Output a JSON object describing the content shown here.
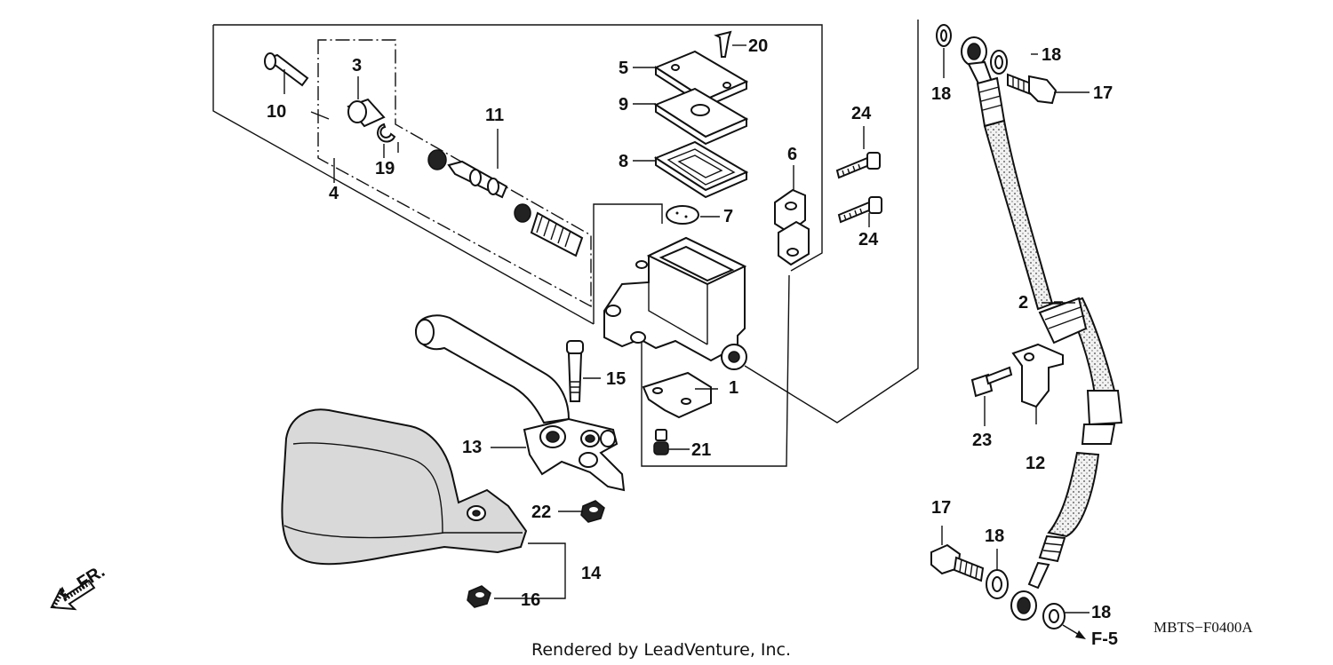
{
  "labels": {
    "p1": "1",
    "p2": "2",
    "p3": "3",
    "p4": "4",
    "p5": "5",
    "p6": "6",
    "p7": "7",
    "p8": "8",
    "p9": "9",
    "p10": "10",
    "p11": "11",
    "p12": "12",
    "p13": "13",
    "p14": "14",
    "p15": "15",
    "p16": "16",
    "p17a": "17",
    "p17b": "17",
    "p18a": "18",
    "p18b": "18",
    "p18c": "18",
    "p18d": "18",
    "p19": "19",
    "p20": "20",
    "p21": "21",
    "p22": "22",
    "p23": "23",
    "p24a": "24",
    "p24b": "24"
  },
  "direction_marker": "FR.",
  "ref_label": "F-5",
  "diagram_code": "MBTS−F0400A",
  "credit": "Rendered by LeadVenture, Inc."
}
